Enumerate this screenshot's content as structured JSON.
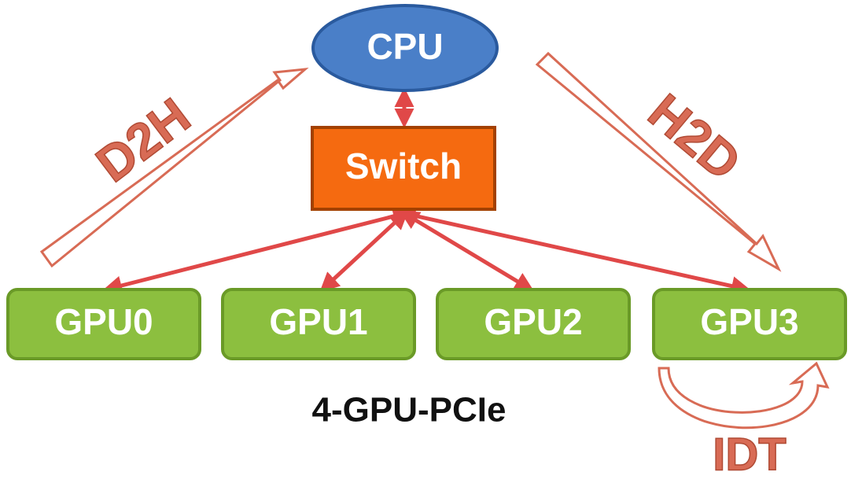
{
  "nodes": {
    "cpu": "CPU",
    "switch": "Switch",
    "gpus": [
      "GPU0",
      "GPU1",
      "GPU2",
      "GPU3"
    ]
  },
  "flows": {
    "d2h": "D2H",
    "h2d": "H2D",
    "idt": "IDT"
  },
  "caption": "4-GPU-PCIe",
  "colors": {
    "cpu_fill": "#4a7fc8",
    "cpu_stroke": "#2a5a9e",
    "switch_fill": "#f56a10",
    "switch_stroke": "#a34100",
    "gpu_fill": "#8cbf3f",
    "gpu_stroke": "#6a9a27",
    "link": "#e04848",
    "flow_arrow": "#d86b55"
  }
}
